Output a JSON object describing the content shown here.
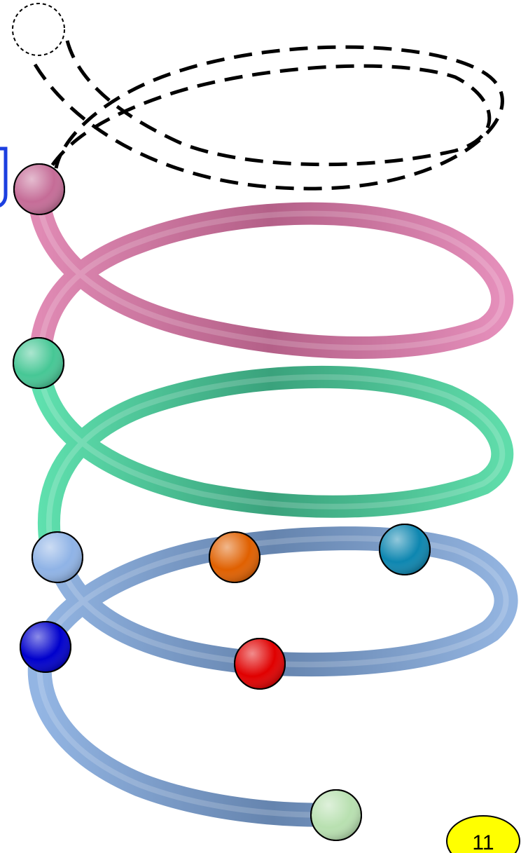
{
  "diagram": {
    "page_badge": {
      "text": "11",
      "fill": "#ffff00"
    },
    "coil_colors": {
      "top_outline": "#000000",
      "pink": "#c56c97",
      "green": "#46c795",
      "blue": "#7f9fc9"
    },
    "nodes": [
      {
        "id": "empty-top",
        "fill": "none"
      },
      {
        "id": "pink",
        "fill": "#c56c97"
      },
      {
        "id": "green",
        "fill": "#46c795"
      },
      {
        "id": "light-blue",
        "fill": "#8fb3e6"
      },
      {
        "id": "orange",
        "fill": "#e06000"
      },
      {
        "id": "teal",
        "fill": "#0d86b0"
      },
      {
        "id": "red",
        "fill": "#e00000"
      },
      {
        "id": "blue",
        "fill": "#0000cc"
      },
      {
        "id": "light-green",
        "fill": "#b8e0b0"
      }
    ]
  }
}
